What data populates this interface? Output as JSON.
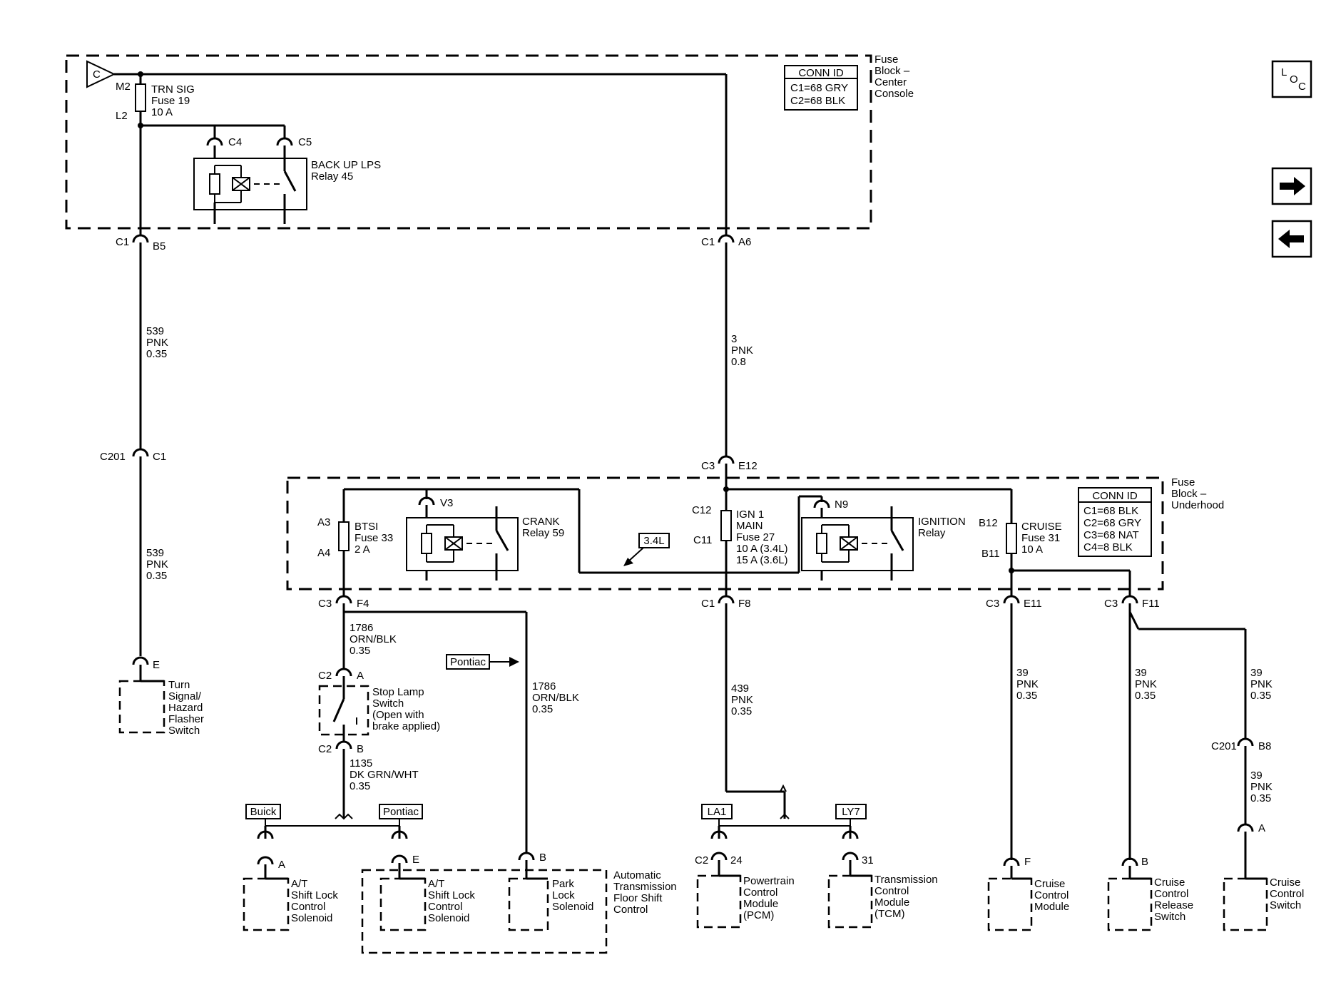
{
  "fuse_block_center": {
    "title": [
      "Fuse",
      "Block –",
      "Center",
      "Console"
    ],
    "conn_id": {
      "header": "CONN ID",
      "rows": [
        "C1=68 GRY",
        "C2=68 BLK"
      ]
    },
    "source_marker": "C",
    "fuse": {
      "top_pin": "M2",
      "bottom_pin": "L2",
      "lines": [
        "TRN SIG",
        "Fuse 19",
        "10 A"
      ]
    },
    "relay": {
      "pin_left": "C4",
      "pin_right": "C5",
      "lines": [
        "BACK UP LPS",
        "Relay 45"
      ]
    }
  },
  "connectors": {
    "c1_b5": [
      "C1",
      "B5"
    ],
    "c1_a6": [
      "C1",
      "A6"
    ],
    "c201_c1": [
      "C201",
      "C1"
    ],
    "c3_e12": [
      "C3",
      "E12"
    ],
    "c3_f4": [
      "C3",
      "F4"
    ],
    "c1_f8": [
      "C1",
      "F8"
    ],
    "c3_e11": [
      "C3",
      "E11"
    ],
    "c3_f11": [
      "C3",
      "F11"
    ],
    "c2_a": [
      "C2",
      "A"
    ],
    "c2_b": [
      "C2",
      "B"
    ],
    "c201_b8": [
      "C201",
      "B8"
    ]
  },
  "wires": {
    "w539a": [
      "539",
      "PNK",
      "0.35"
    ],
    "w539b": [
      "539",
      "PNK",
      "0.35"
    ],
    "w3": [
      "3",
      "PNK",
      "0.8"
    ],
    "w1786a": [
      "1786",
      "ORN/BLK",
      "0.35"
    ],
    "w1786b": [
      "1786",
      "ORN/BLK",
      "0.35"
    ],
    "w1135": [
      "1135",
      "DK GRN/WHT",
      "0.35"
    ],
    "w439": [
      "439",
      "PNK",
      "0.35"
    ],
    "w39a": [
      "39",
      "PNK",
      "0.35"
    ],
    "w39b": [
      "39",
      "PNK",
      "0.35"
    ],
    "w39c": [
      "39",
      "PNK",
      "0.35"
    ],
    "w39d": [
      "39",
      "PNK",
      "0.35"
    ]
  },
  "fuse_block_underhood": {
    "title": [
      "Fuse",
      "Block –",
      "Underhood"
    ],
    "conn_id": {
      "header": "CONN ID",
      "rows": [
        "C1=68 BLK",
        "C2=68 GRY",
        "C3=68 NAT",
        "C4=8 BLK"
      ]
    },
    "btsi": {
      "top_pin": "A3",
      "bottom_pin": "A4",
      "lines": [
        "BTSI",
        "Fuse 33",
        "2 A"
      ]
    },
    "crank": {
      "pin": "V3",
      "lines": [
        "CRANK",
        "Relay 59"
      ]
    },
    "variant_tag": "3.4L",
    "ign": {
      "top_pin": "C12",
      "bottom_pin": "C11",
      "lines": [
        "IGN 1",
        "MAIN",
        "Fuse 27",
        "10 A (3.4L)",
        "15 A (3.6L)"
      ]
    },
    "ignition": {
      "pin": "N9",
      "lines": [
        "IGNITION",
        "Relay"
      ]
    },
    "cruise": {
      "top_pin": "B12",
      "bottom_pin": "B11",
      "lines": [
        "CRUISE",
        "Fuse 31",
        "10 A"
      ]
    }
  },
  "tags": {
    "pontiac_arrow": "Pontiac",
    "buick": "Buick",
    "pontiac": "Pontiac",
    "la1": "LA1",
    "ly7": "LY7"
  },
  "components": {
    "turn_signal": {
      "pin": "E",
      "lines": [
        "Turn",
        "Signal/",
        "Hazard",
        "Flasher",
        "Switch"
      ]
    },
    "stop_lamp": {
      "lines": [
        "Stop Lamp",
        "Switch",
        "(Open with",
        "brake applied)"
      ]
    },
    "shift_lock_a": {
      "pin": "A",
      "lines": [
        "A/T",
        "Shift Lock",
        "Control",
        "Solenoid"
      ]
    },
    "shift_lock_e": {
      "pin": "E",
      "lines": [
        "A/T",
        "Shift Lock",
        "Control",
        "Solenoid"
      ]
    },
    "park_lock": {
      "pin": "B",
      "lines": [
        "Park",
        "Lock",
        "Solenoid"
      ]
    },
    "atfsc": {
      "lines": [
        "Automatic",
        "Transmission",
        "Floor Shift",
        "Control"
      ]
    },
    "pcm": {
      "pin_conn": "C2",
      "pin": "24",
      "lines": [
        "Powertrain",
        "Control",
        "Module",
        "(PCM)"
      ]
    },
    "tcm": {
      "pin": "31",
      "lines": [
        "Transmission",
        "Control",
        "Module",
        "(TCM)"
      ]
    },
    "ccm": {
      "pin": "F",
      "lines": [
        "Cruise",
        "Control",
        "Module"
      ]
    },
    "ccrs": {
      "pin": "B",
      "lines": [
        "Cruise",
        "Control",
        "Release",
        "Switch"
      ]
    },
    "ccs": {
      "pin": "A",
      "lines": [
        "Cruise",
        "Control",
        "Switch"
      ]
    }
  },
  "nav": {
    "loc_button": {
      "letters": [
        "L",
        "O",
        "C"
      ]
    },
    "next_icon": "arrow-right-icon",
    "prev_icon": "arrow-left-icon"
  }
}
